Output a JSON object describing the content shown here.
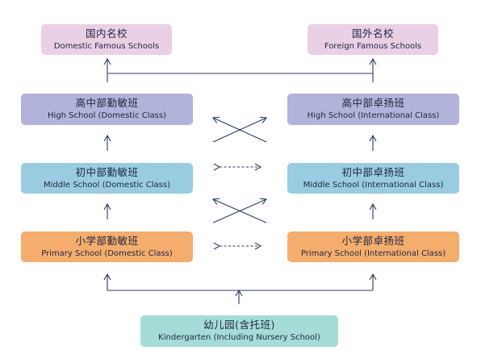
{
  "top": {
    "domestic": {
      "zh": "国内名校",
      "en": "Domestic Famous Schools"
    },
    "foreign": {
      "zh": "国外名校",
      "en": "Foreign Famous Schools"
    }
  },
  "high": {
    "domestic": {
      "zh": "高中部勤敏班",
      "en": "High School (Domestic Class)"
    },
    "international": {
      "zh": "高中部卓扬班",
      "en": "High School (International Class)"
    }
  },
  "middle": {
    "domestic": {
      "zh": "初中部勤敏班",
      "en": "Middle School (Domestic Class)"
    },
    "international": {
      "zh": "初中部卓扬班",
      "en": "Middle School (International Class)"
    }
  },
  "primary": {
    "domestic": {
      "zh": "小学部勤敏班",
      "en": "Primary School (Domestic Class)"
    },
    "international": {
      "zh": "小学部卓扬班",
      "en": "Primary School (International Class)"
    }
  },
  "kindergarten": {
    "zh": "幼儿园(含托班)",
    "en": "Kindergarten (Including Nursery School)"
  },
  "colors": {
    "top": "#ead0e5",
    "high": "#b2b3db",
    "middle": "#99cce0",
    "primary": "#f5ad6d",
    "kindergarten": "#a6dcd8",
    "line": "#2c3a66"
  }
}
